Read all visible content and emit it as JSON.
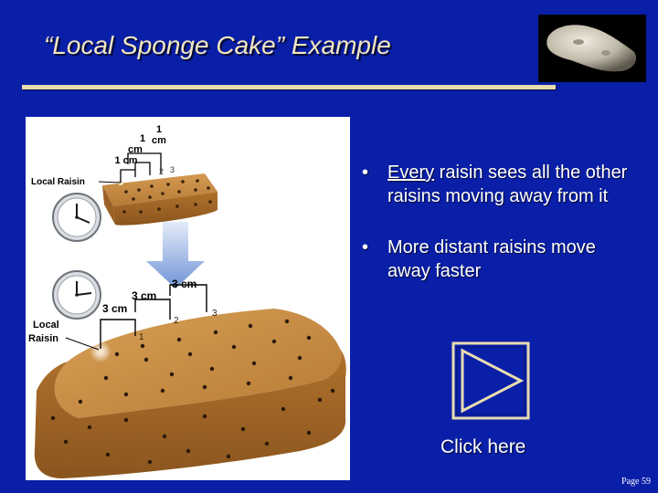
{
  "slide": {
    "title": "“Local Sponge Cake” Example",
    "page_label": "Page 59"
  },
  "figure": {
    "small_cake_labels": {
      "cm1_top": "1",
      "cm1_top_unit": "cm",
      "cm1_left_a": "1",
      "cm1_left_a_unit": "cm",
      "cm1_left_b": "1 cm",
      "n2": "2",
      "n3": "3"
    },
    "local_raisin_top": "Local Raisin",
    "big_cake_labels": {
      "cm3_a": "3 cm",
      "cm3_b": "3 cm",
      "cm3_c": "3 cm",
      "n1": "1",
      "n2": "2",
      "n3": "3"
    },
    "local_raisin_bottom_line1": "Local",
    "local_raisin_bottom_line2": "Raisin"
  },
  "bullets": [
    {
      "underlined": "Every",
      "rest": " raisin sees all the other raisins moving away from it"
    },
    {
      "underlined": "",
      "rest": "More distant raisins move away faster"
    }
  ],
  "bullet_symbol": "•",
  "action": {
    "label": "Click here",
    "icon": "play-icon"
  },
  "colors": {
    "background": "#0a1fa8",
    "title": "#f2e6c0",
    "text": "#ffffff",
    "cake": "#b0722c"
  }
}
